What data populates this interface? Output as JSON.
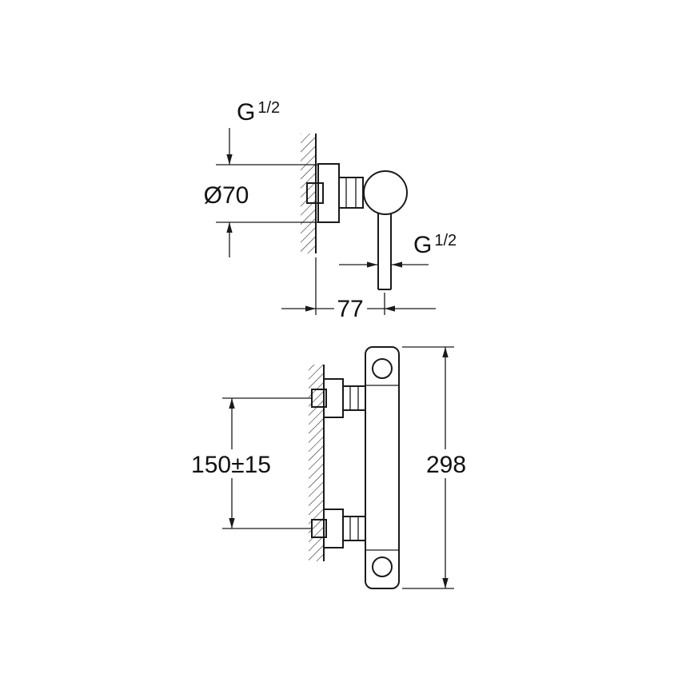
{
  "drawing": {
    "background": "#ffffff",
    "line_color": "#1a1a1a",
    "side_view": {
      "wall_thread_label": {
        "prefix": "G",
        "fraction": "1/2"
      },
      "escutcheon_diameter_label": "Ø70",
      "wall_to_outlet_distance_label": "77",
      "outlet_thread_label": {
        "prefix": "G",
        "fraction": "1/2"
      }
    },
    "front_view": {
      "inlet_spacing_label": "150±15",
      "overall_height_label": "298"
    }
  }
}
